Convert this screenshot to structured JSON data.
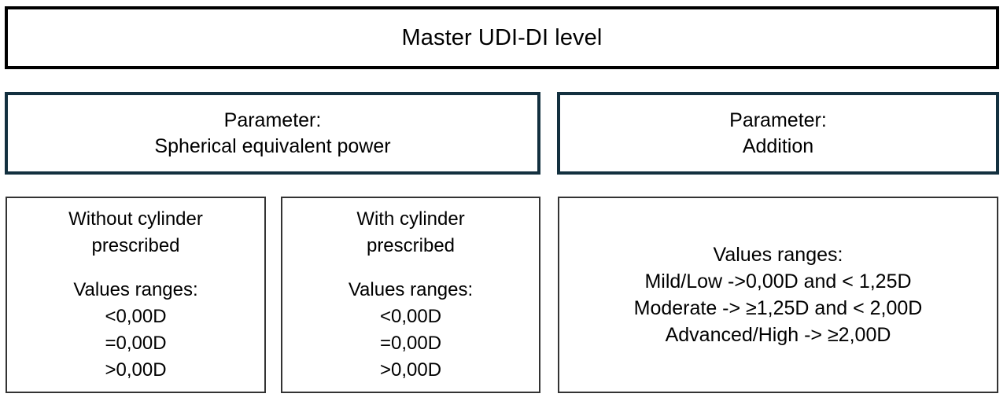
{
  "diagram": {
    "type": "hierarchy-flowchart",
    "colors": {
      "root_border": "#000000",
      "parameter_border": "#13303f",
      "values_border": "#333333",
      "background": "#ffffff",
      "text": "#000000"
    },
    "root": {
      "title": "Master UDI-DI level"
    },
    "parameters": [
      {
        "label_line_1": "Parameter:",
        "label_line_2": "Spherical equivalent power"
      },
      {
        "label_line_1": "Parameter:",
        "label_line_2": "Addition"
      }
    ],
    "value_boxes": [
      {
        "heading_line_1": "Without cylinder",
        "heading_line_2": "prescribed",
        "values_label": "Values ranges:",
        "values": [
          "<0,00D",
          "=0,00D",
          ">0,00D"
        ]
      },
      {
        "heading_line_1": "With cylinder",
        "heading_line_2": "prescribed",
        "values_label": "Values ranges:",
        "values": [
          "<0,00D",
          "=0,00D",
          ">0,00D"
        ]
      },
      {
        "values_label": "Values ranges:",
        "values": [
          "Mild/Low ->0,00D and < 1,25D",
          "Moderate -> ≥1,25D and < 2,00D",
          "Advanced/High -> ≥2,00D"
        ]
      }
    ]
  }
}
